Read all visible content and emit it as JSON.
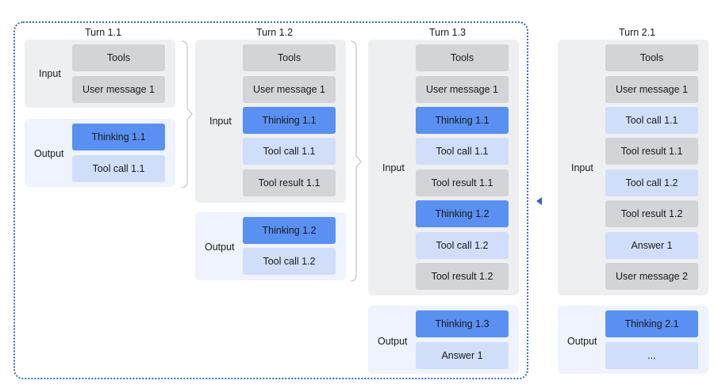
{
  "turns": [
    {
      "title": "Turn 1.1",
      "input_label": "Input",
      "output_label": "Output",
      "input_cells": [
        {
          "text": "Tools",
          "color": "#d2d4d7"
        },
        {
          "text": "User message 1",
          "color": "#d2d4d7"
        }
      ],
      "output_cells": [
        {
          "text": "Thinking 1.1",
          "color": "#5a90f2"
        },
        {
          "text": "Tool call 1.1",
          "color": "#d1defa"
        }
      ]
    },
    {
      "title": "Turn 1.2",
      "input_label": "Input",
      "output_label": "Output",
      "input_cells": [
        {
          "text": "Tools",
          "color": "#d2d4d7"
        },
        {
          "text": "User message 1",
          "color": "#d2d4d7"
        },
        {
          "text": "Thinking 1.1",
          "color": "#5a90f2"
        },
        {
          "text": "Tool call 1.1",
          "color": "#d1defa"
        },
        {
          "text": "Tool result 1.1",
          "color": "#d2d4d7"
        }
      ],
      "output_cells": [
        {
          "text": "Thinking 1.2",
          "color": "#5a90f2"
        },
        {
          "text": "Tool call 1.2",
          "color": "#d1defa"
        }
      ]
    },
    {
      "title": "Turn 1.3",
      "input_label": "Input",
      "output_label": "Output",
      "input_cells": [
        {
          "text": "Tools",
          "color": "#d2d4d7"
        },
        {
          "text": "User message 1",
          "color": "#d2d4d7"
        },
        {
          "text": "Thinking 1.1",
          "color": "#5a90f2"
        },
        {
          "text": "Tool call 1.1",
          "color": "#d1defa"
        },
        {
          "text": "Tool result 1.1",
          "color": "#d2d4d7"
        },
        {
          "text": "Thinking 1.2",
          "color": "#5a90f2"
        },
        {
          "text": "Tool call 1.2",
          "color": "#d1defa"
        },
        {
          "text": "Tool result 1.2",
          "color": "#d2d4d7"
        }
      ],
      "output_cells": [
        {
          "text": "Thinking 1.3",
          "color": "#5a90f2"
        },
        {
          "text": "Answer 1",
          "color": "#d1defa"
        }
      ]
    },
    {
      "title": "Turn 2.1",
      "input_label": "Input",
      "output_label": "Output",
      "input_cells": [
        {
          "text": "Tools",
          "color": "#d2d4d7"
        },
        {
          "text": "User message 1",
          "color": "#d2d4d7"
        },
        {
          "text": "Tool call 1.1",
          "color": "#d1defa"
        },
        {
          "text": "Tool result 1.1",
          "color": "#d2d4d7"
        },
        {
          "text": "Tool call 1.2",
          "color": "#d1defa"
        },
        {
          "text": "Tool result 1.2",
          "color": "#d2d4d7"
        },
        {
          "text": "Answer 1",
          "color": "#d1defa"
        },
        {
          "text": "User message 2",
          "color": "#d2d4d7"
        }
      ],
      "output_cells": [
        {
          "text": "Thinking 2.1",
          "color": "#5a90f2"
        },
        {
          "text": "...",
          "color": "#d1defa"
        }
      ]
    }
  ],
  "colors": {
    "border": "#3566c7",
    "input_bg": "#eeeff1",
    "output_bg": "#eef3fd",
    "connector": "#c7c9cc",
    "arrow": "#3566c7"
  }
}
